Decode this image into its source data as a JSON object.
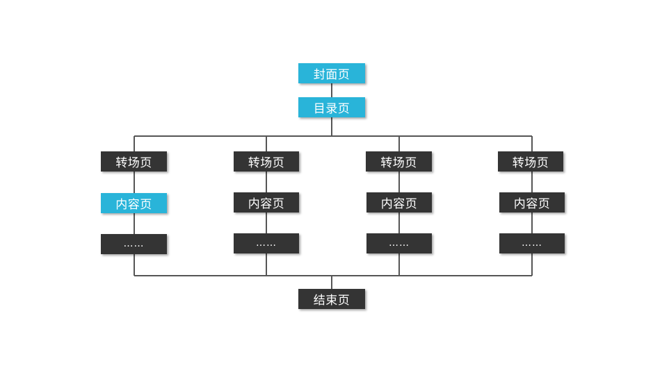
{
  "diagram": {
    "colors": {
      "accent": "#29b4d9",
      "dark": "#343434",
      "line": "#555555",
      "text": "#ffffff"
    },
    "cover": {
      "label": "封面页"
    },
    "toc": {
      "label": "目录页"
    },
    "columns": [
      {
        "transition": "转场页",
        "content": "内容页",
        "more": "……",
        "content_highlighted": true
      },
      {
        "transition": "转场页",
        "content": "内容页",
        "more": "……",
        "content_highlighted": false
      },
      {
        "transition": "转场页",
        "content": "内容页",
        "more": "……",
        "content_highlighted": false
      },
      {
        "transition": "转场页",
        "content": "内容页",
        "more": "……",
        "content_highlighted": false
      }
    ],
    "end": {
      "label": "结束页"
    }
  }
}
